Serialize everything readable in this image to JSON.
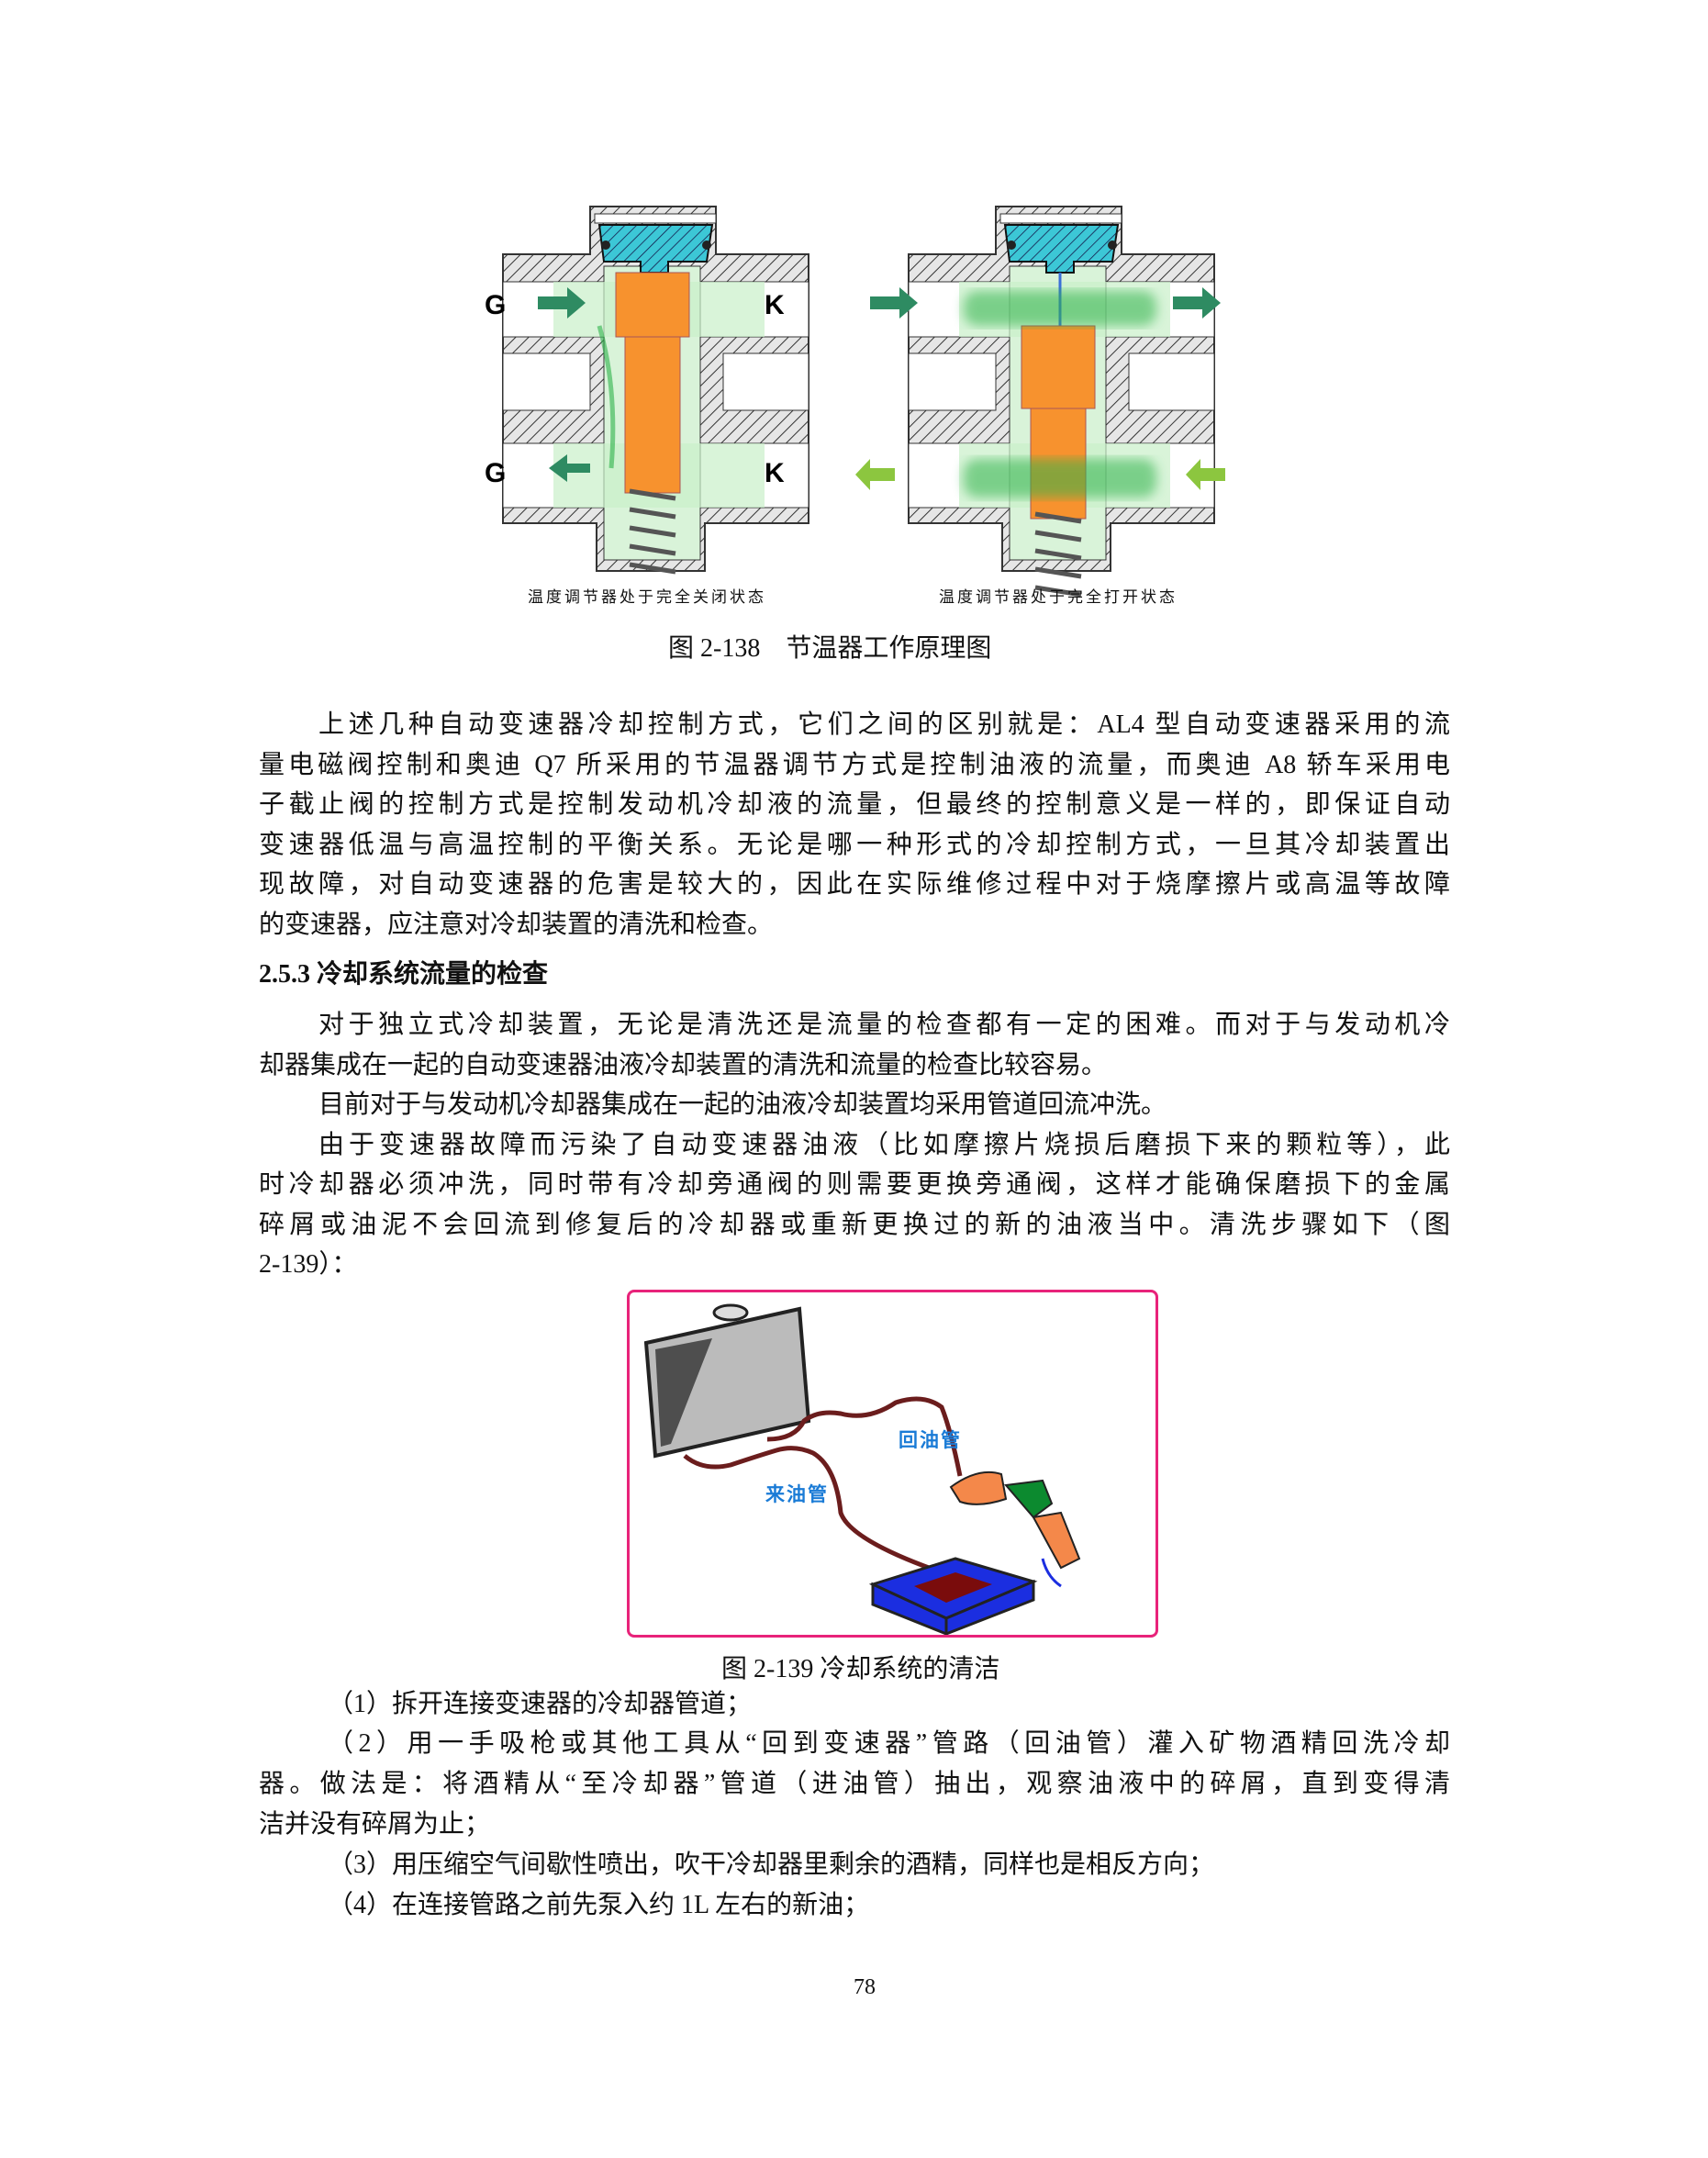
{
  "figure_138": {
    "left_caption": "温度调节器处于完全关闭状态",
    "right_caption": "温度调节器处于完全打开状态",
    "port_labels": {
      "g_top": "G",
      "g_bottom": "G",
      "k_top": "K",
      "k_bottom": "K"
    },
    "caption": "图 2-138　节温器工作原理图"
  },
  "paragraph_1": [
    "上述几种自动变速器冷却控制方式，它们之间的区别就是：AL4 型自动变速器采用的流",
    "量电磁阀控制和奥迪 Q7 所采用的节温器调节方式是控制油液的流量，而奥迪 A8 轿车采用电",
    "子截止阀的控制方式是控制发动机冷却液的流量，但最终的控制意义是一样的，即保证自动",
    "变速器低温与高温控制的平衡关系。无论是哪一种形式的冷却控制方式，一旦其冷却装置出",
    "现故障，对自动变速器的危害是较大的，因此在实际维修过程中对于烧摩擦片或高温等故障",
    "的变速器，应注意对冷却装置的清洗和检查。"
  ],
  "section_heading": "2.5.3  冷却系统流量的检查",
  "paragraph_2": [
    "对于独立式冷却装置，无论是清洗还是流量的检查都有一定的困难。而对于与发动机冷",
    "却器集成在一起的自动变速器油液冷却装置的清洗和流量的检查比较容易。"
  ],
  "paragraph_3": "目前对于与发动机冷却器集成在一起的油液冷却装置均采用管道回流冲洗。",
  "paragraph_4": [
    "由于变速器故障而污染了自动变速器油液（比如摩擦片烧损后磨损下来的颗粒等），此",
    "时冷却器必须冲洗，同时带有冷却旁通阀的则需要更换旁通阀，这样才能确保磨损下的金属",
    "碎屑或油泥不会回流到修复后的冷却器或重新更换过的新的油液当中。清洗步骤如下（图",
    "2-139）："
  ],
  "figure_139": {
    "return_pipe_label": "回油管",
    "supply_pipe_label": "来油管",
    "caption": "图 2-139  冷却系统的清洁",
    "frame_color": "#e8237a"
  },
  "steps": [
    "（1）拆开连接变速器的冷却器管道；",
    "（2）用一手吸枪或其他工具从“回到变速器”管路（回油管）灌入矿物酒精回洗冷却",
    "器。做法是：将酒精从“至冷却器”管道（进油管）抽出，观察油液中的碎屑，直到变得清",
    "洁并没有碎屑为止；",
    "（3）用压缩空气间歇性喷出，吹干冷却器里剩余的酒精，同样也是相反方向；",
    "（4）在连接管路之前先泵入约 1L 左右的新油；"
  ],
  "page_number": "78"
}
